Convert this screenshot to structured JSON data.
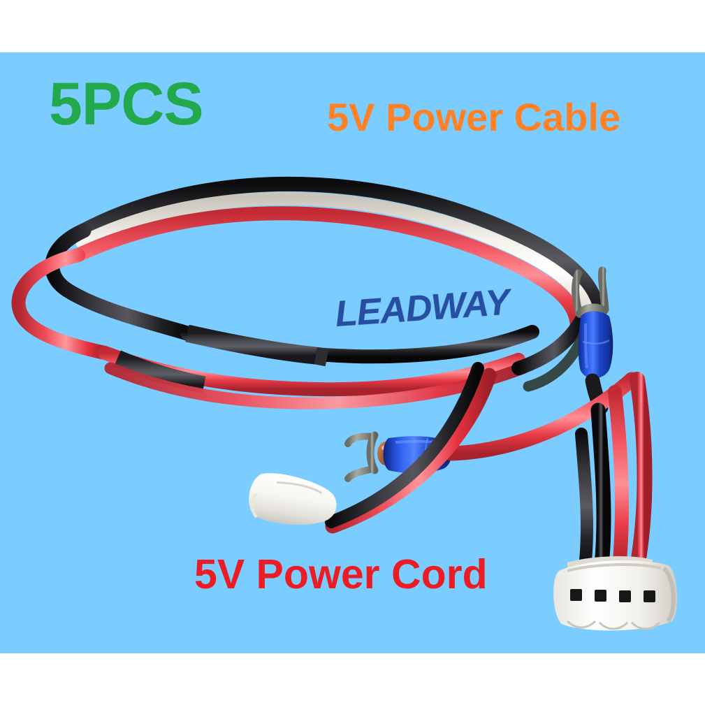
{
  "image": {
    "kind": "product-photo",
    "subject": "5V power cable harness with spade terminals and 4-pin connector",
    "backdrop_color": "#7ccdff",
    "border_color": "#ffffff"
  },
  "overlays": {
    "quantity_label": "5PCS",
    "quantity_color": "#22a94c",
    "title_label": "5V Power Cable",
    "title_color": "#ff8126",
    "subtitle_label": "5V Power Cord",
    "subtitle_color": "#ec1c24",
    "watermark_label": "LEADWAY",
    "watermark_color": "#16338e"
  },
  "parts": {
    "wire_colors": {
      "red": "#ef4450",
      "black": "#262626",
      "white": "#f2efe9",
      "copper": "#b06a3c"
    },
    "terminal_insulator_color": "#1f47c8",
    "terminal_metal_color": "#8d9086",
    "connector_body_color": "#f7f7f4",
    "sleeve_color": "#3a3a3e",
    "items": [
      {
        "name": "spade-terminal-upper",
        "color": "#1f47c8",
        "type": "fork terminal"
      },
      {
        "name": "spade-terminal-lower",
        "color": "#1f47c8",
        "type": "fork terminal"
      },
      {
        "name": "quick-disconnect-housing",
        "color": "#f7f7f4",
        "type": "insulated female disconnect"
      },
      {
        "name": "four-pin-connector",
        "color": "#f7f7f4",
        "type": "4-pin header housing",
        "pin_count": 4
      }
    ]
  }
}
